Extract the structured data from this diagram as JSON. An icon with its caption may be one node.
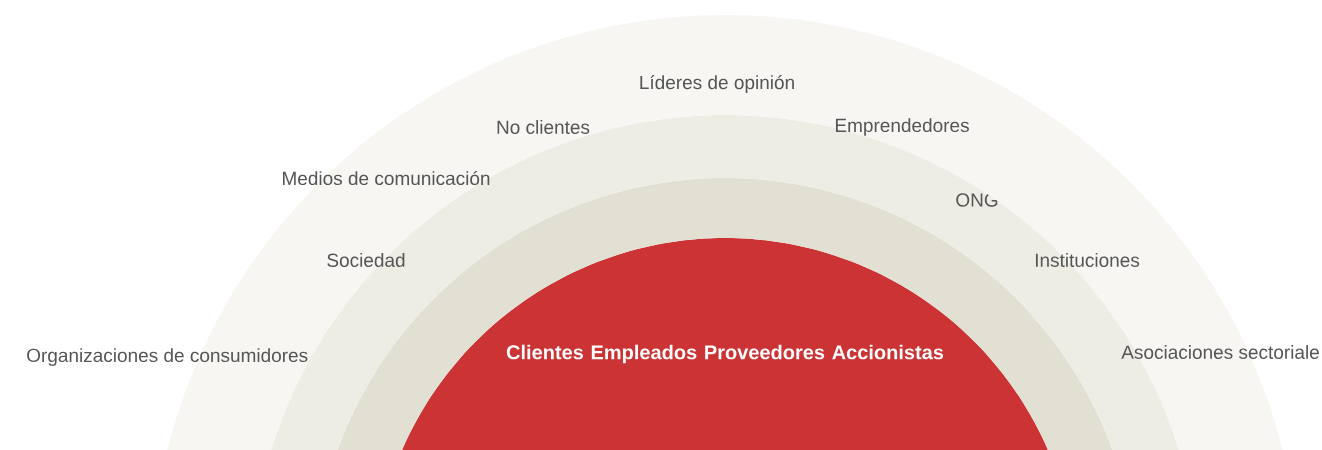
{
  "diagram": {
    "nodes": [
      {
        "text": [
          "Líderes de opinión",
          "No clientes",
          "Emprendedores",
          "Medios de comunicación",
          "Sociedad",
          "Instituciones",
          "Organizaciones de consumidores",
          "Asociaciones sectoriale"
        ]
      },
      {
        "text": [
          "ONG"
        ],
        "in": 0
      },
      {
        "text": [],
        "shape": "band",
        "in": 1
      },
      {
        "text": [
          "Clientes Empleados Proveedores Accionistas"
        ],
        "in": 2
      }
    ]
  }
}
